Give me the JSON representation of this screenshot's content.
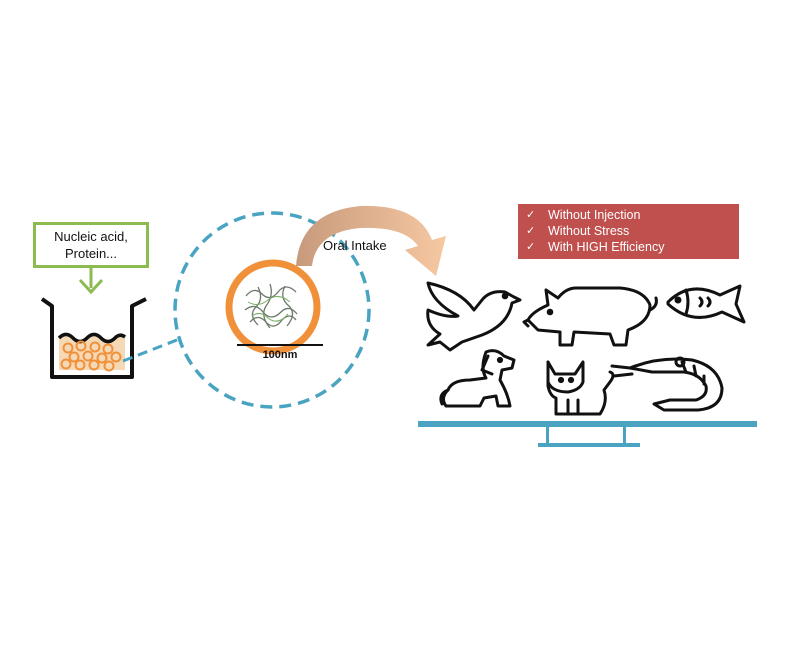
{
  "cargo_box": {
    "line1": "Nucleic acid,",
    "line2": "Protein..."
  },
  "scale_bar": {
    "label": "100nm"
  },
  "route": {
    "label": "Oral Intake"
  },
  "benefits": [
    {
      "icon": "check-icon",
      "text": "Without Injection"
    },
    {
      "icon": "check-icon",
      "text": "Without Stress"
    },
    {
      "icon": "check-icon",
      "text": "With HIGH Efficiency"
    }
  ],
  "colors": {
    "green_box": "#8cbc4f",
    "orange": "#f0913a",
    "dashed_blue": "#4aa3c1",
    "arrow": "#e8b088",
    "benefit_fill": "#c0504d",
    "platform": "#4aa3c1"
  },
  "animal_icons": [
    "bird-icon",
    "pig-icon",
    "fish-icon",
    "dog-icon",
    "cat-icon",
    "shrimp-icon"
  ]
}
